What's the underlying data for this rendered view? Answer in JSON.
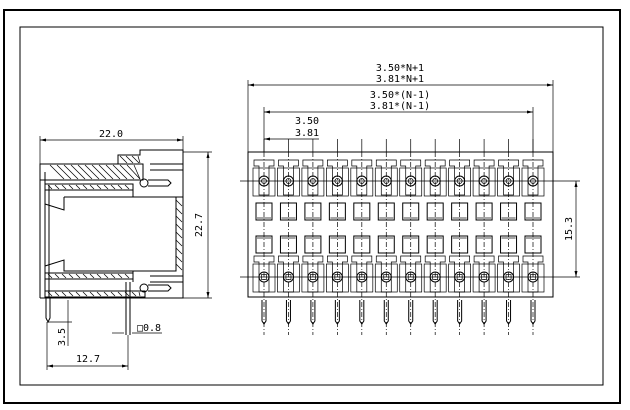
{
  "drawing": {
    "title": "Pluggable terminal block connector - technical drawing",
    "pole_count": 12,
    "side_view": {
      "width_label": "22.0",
      "height_label": "22.7",
      "pin_length_label": "3.5",
      "pin_offset_label": "12.7",
      "pin_size_label": "□0.8"
    },
    "front_view": {
      "overall_length_labels": [
        "3.50*N+1",
        "3.81*N+1"
      ],
      "pin_span_labels": [
        "3.50*(N-1)",
        "3.81*(N-1)"
      ],
      "pitch_labels": [
        "3.50",
        "3.81"
      ],
      "row_spacing_label": "15.3"
    }
  }
}
